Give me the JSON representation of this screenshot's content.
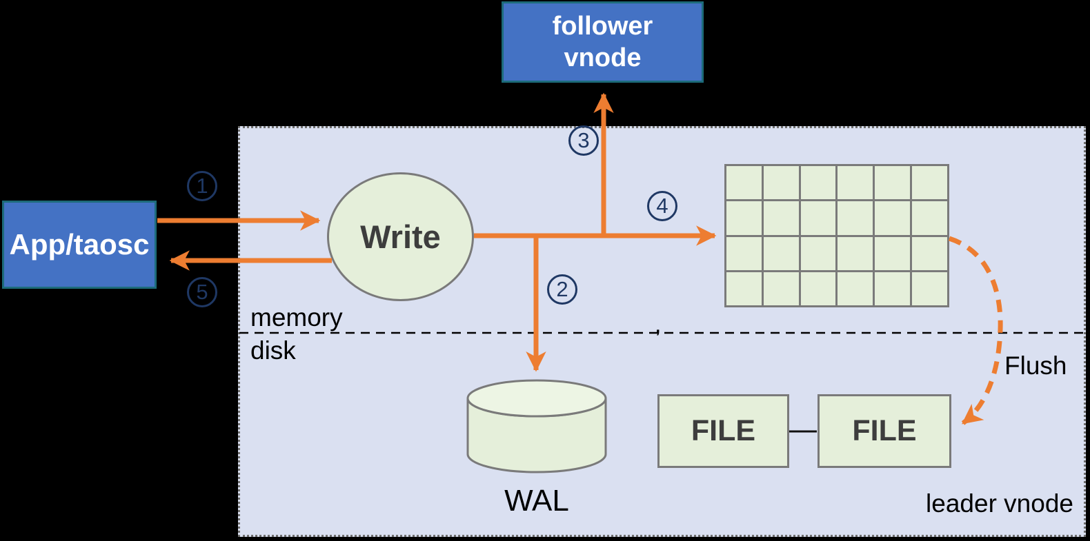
{
  "title": "leader vnode write flow diagram",
  "colors": {
    "background": "#000000",
    "container_fill": "#DAE0F1",
    "container_border": "#6E6E6E",
    "node_blue_fill": "#4472C4",
    "node_blue_border": "#1D6B7A",
    "node_green_fill": "#E5EFDA",
    "node_border_gray": "#7A7A7A",
    "arrow_orange": "#ED7D31",
    "step_number_navy": "#1F3864",
    "text_dark": "#3D3D3D"
  },
  "nodes": {
    "app_taosc": {
      "label": "App/taosc"
    },
    "follower_vnode": {
      "line1": "follower",
      "line2": "vnode"
    },
    "write": {
      "label": "Write"
    },
    "wal": {
      "label": "WAL"
    },
    "file1": {
      "label": "FILE"
    },
    "file2": {
      "label": "FILE"
    }
  },
  "labels": {
    "memory": "memory",
    "disk": "disk",
    "leader_vnode": "leader vnode",
    "flush": "Flush",
    "divider_mark": ","
  },
  "steps": [
    "1",
    "2",
    "3",
    "4",
    "5"
  ],
  "memtable_grid": {
    "rows": 4,
    "cols": 6
  }
}
